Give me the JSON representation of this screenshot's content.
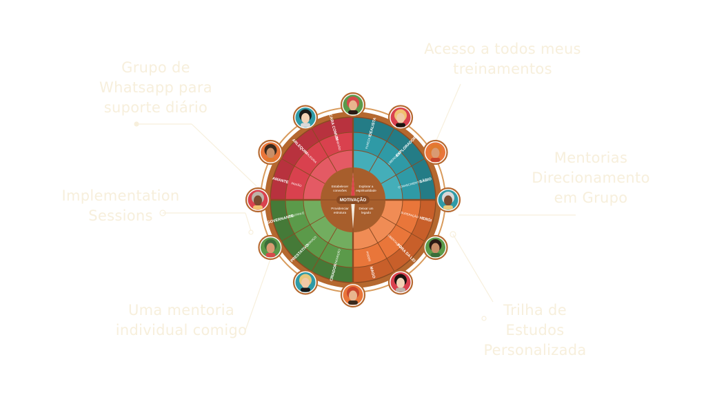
{
  "callouts": {
    "whatsapp": [
      "Grupo de",
      "Whatsapp para",
      "suporte diário"
    ],
    "treinamentos": [
      "Acesso a todos meus",
      "treinamentos"
    ],
    "mentorias": [
      "Mentorias",
      "Direcionamento",
      "em Grupo"
    ],
    "implementation": [
      "Implementation",
      "Sessions"
    ],
    "mentoria_individual": [
      "Uma mentoria",
      "individual comigo"
    ],
    "trilha": [
      "Trilha de",
      "Estudos",
      "Personalizada"
    ]
  },
  "wheel": {
    "center_label": "MOTIVAÇÃO",
    "quadrants": [
      {
        "key": "red",
        "color": "#d9414e",
        "dark": "#b8323e",
        "light": "#e45a64",
        "inner_text": [
          "Estabelecer",
          "conexões"
        ],
        "archetypes": [
          "AMANTE",
          "ARLEQUIM",
          "CARA COMUM"
        ],
        "traits": [
          "PAIXÃO",
          "ALEGRIA",
          "CONEXÃO"
        ]
      },
      {
        "key": "teal",
        "color": "#2f9aa6",
        "dark": "#247c86",
        "light": "#44aeb9",
        "inner_text": [
          "Explorar a",
          "espiritualidade"
        ],
        "archetypes": [
          "IDEALISTA",
          "EXPLORADOR",
          "SÁBIO"
        ],
        "traits": [
          "PUREZA",
          "LIBERDADE",
          "CONHECIMENTO"
        ]
      },
      {
        "key": "orange",
        "color": "#e9763a",
        "dark": "#c85f2a",
        "light": "#f08c55",
        "inner_text": [
          "Deixar um",
          "legado"
        ],
        "archetypes": [
          "HERÓI",
          "FORA DA LEI",
          "MAGO"
        ],
        "traits": [
          "SUPERAÇÃO",
          "LIBERTAÇÃO",
          "PODER"
        ]
      },
      {
        "key": "green",
        "color": "#5b9a4a",
        "dark": "#457a38",
        "light": "#72ad5f",
        "inner_text": [
          "Providenciar",
          "estrutura"
        ],
        "archetypes": [
          "CRIADOR",
          "PRESTATIVO",
          "GOVERNANTE"
        ],
        "traits": [
          "INOVAÇÃO",
          "SERVIÇO",
          "CONTROLE"
        ]
      }
    ],
    "avatar_icons": [
      "strawberry-icon",
      "woman-hat-icon",
      "woman-orange-hair-icon",
      "woman-silver-hair-icon",
      "woman-black-bun-icon",
      "woman-black-bob-icon",
      "woman-redhead-icon",
      "woman-blonde-icon",
      "woman-green-scarf-icon",
      "woman-grey-hair-icon",
      "woman-ponytail-icon",
      "woman-afro-icon"
    ],
    "colors": {
      "ring": "#b5682f",
      "ring_light": "#d89a5b",
      "center": "#a75e2c",
      "divider": "#8a4a22",
      "needle": "#f4ede2"
    }
  }
}
